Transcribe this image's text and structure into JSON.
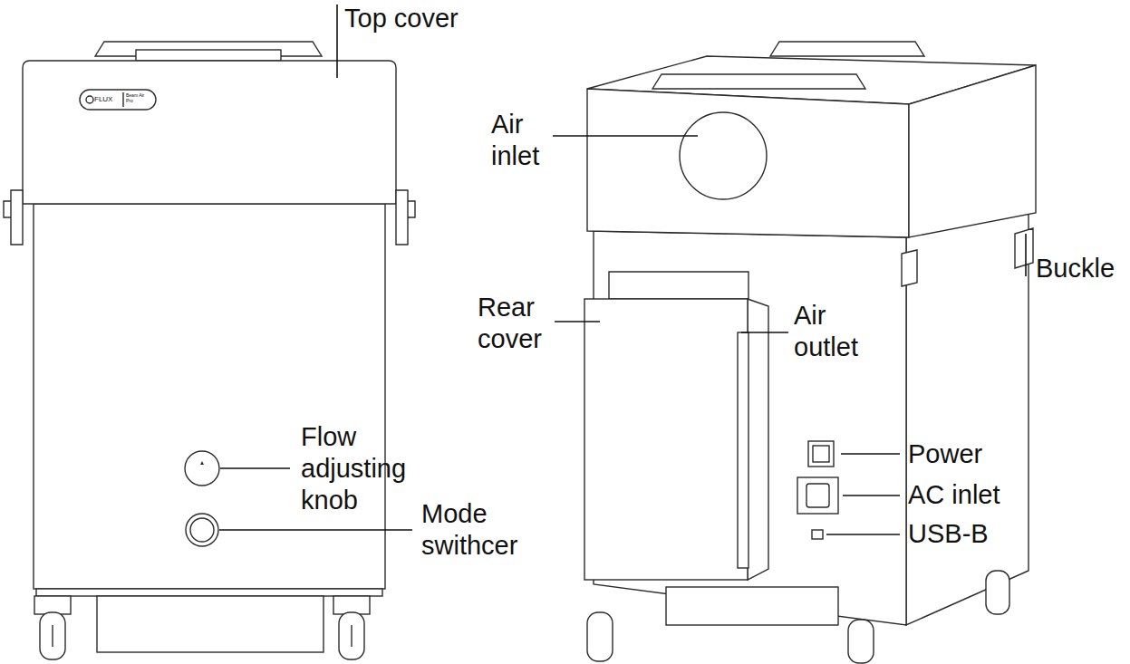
{
  "diagram": {
    "labels": [
      "Top cover",
      "FLUX",
      "Beam Air Pro",
      "Flow adjusting knob",
      "Mode swithcer",
      "Air inlet",
      "Rear cover",
      "Air outlet",
      "Buckle",
      "Power",
      "AC inlet",
      "USB-B"
    ]
  }
}
